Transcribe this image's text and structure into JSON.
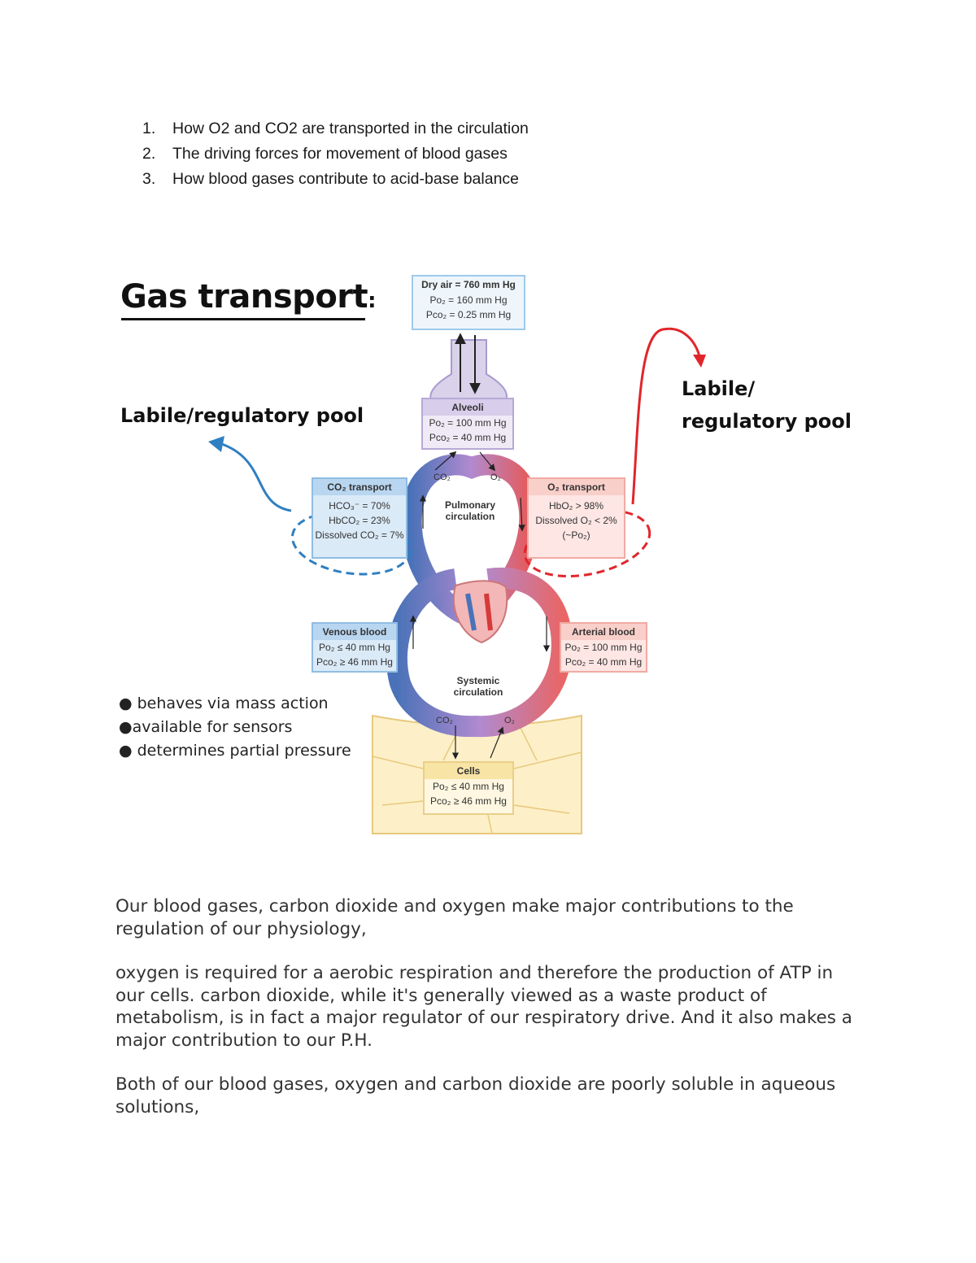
{
  "objectives": [
    {
      "num": "1.",
      "text": "How O2 and CO2 are transported in the circulation"
    },
    {
      "num": "2.",
      "text": "The driving forces for movement of blood gases"
    },
    {
      "num": "3.",
      "text": "How blood gases contribute to acid-base balance"
    }
  ],
  "slide": {
    "title": "Gas transport",
    "title_colon": ":",
    "labile_left": "Labile/regulatory  pool",
    "labile_right": [
      "Labile/",
      "regulatory pool"
    ],
    "bullets": [
      "● behaves via mass action",
      "●available for sensors",
      "● determines partial pressure"
    ],
    "colors": {
      "co2_blue": "#2f7fc1",
      "o2_red": "#e0262b",
      "venous": "#4a72b8",
      "arterial": "#e65a5a"
    }
  },
  "diagram": {
    "dry_air": {
      "head": "Dry air = 760 mm Hg",
      "lines": [
        "Po₂ = 160 mm Hg",
        "Pco₂ = 0.25 mm Hg"
      ]
    },
    "alveoli": {
      "head": "Alveoli",
      "lines": [
        "Po₂ = 100 mm Hg",
        "Pco₂ = 40 mm Hg"
      ]
    },
    "co2_transport": {
      "head": "CO₂ transport",
      "lines": [
        "HCO₃⁻ = 70%",
        "HbCO₂ = 23%",
        "Dissolved CO₂ = 7%"
      ]
    },
    "o2_transport": {
      "head": "O₂ transport",
      "lines": [
        "HbO₂ > 98%",
        "Dissolved O₂ < 2%",
        "(~Po₂)"
      ]
    },
    "venous": {
      "head": "Venous blood",
      "lines": [
        "Po₂ ≤ 40 mm Hg",
        "Pco₂ ≥ 46 mm Hg"
      ]
    },
    "arterial": {
      "head": "Arterial blood",
      "lines": [
        "Po₂ = 100 mm Hg",
        "Pco₂ = 40 mm Hg"
      ]
    },
    "cells": {
      "head": "Cells",
      "lines": [
        "Po₂ ≤ 40 mm Hg",
        "Pco₂ ≥ 46 mm Hg"
      ]
    },
    "pulmonary": "Pulmonary\ncirculation",
    "systemic": "Systemic\ncirculation",
    "co2_label": "CO₂",
    "o2_label": "O₂"
  },
  "paragraphs": [
    "Our blood gases, carbon dioxide and oxygen make major contributions to the regulation of our physiology,",
    "oxygen is required for a aerobic respiration and therefore the production of ATP in our cells. carbon dioxide, while it's generally viewed as a waste product of metabolism, is in fact a major regulator of our respiratory drive. And it also makes a major contribution to our P.H.",
    "Both of our blood gases, oxygen and carbon dioxide are poorly soluble in aqueous solutions,"
  ]
}
